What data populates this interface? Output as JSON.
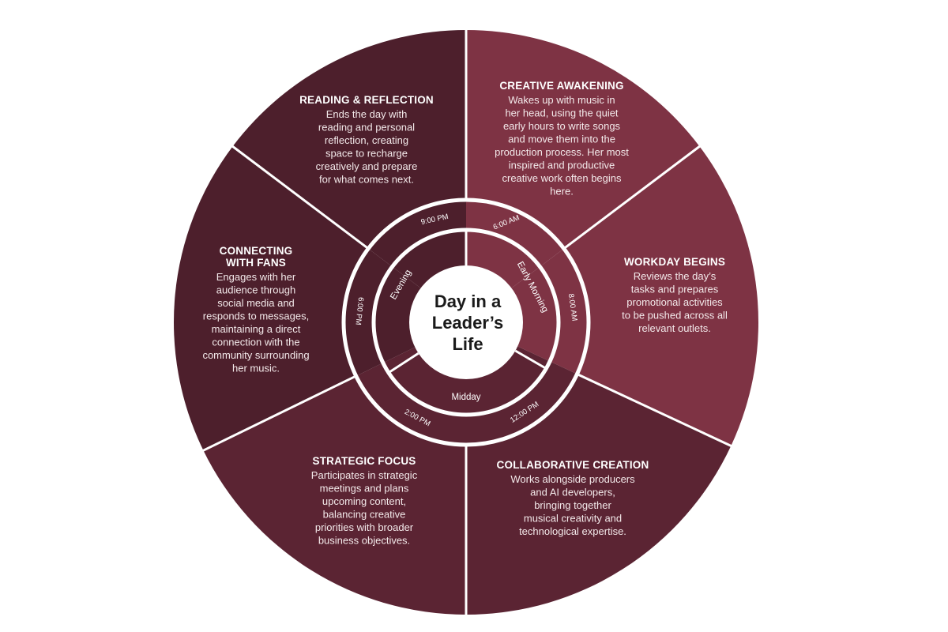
{
  "center_title": [
    "Day in a",
    "Leader’s",
    "Life"
  ],
  "colors": {
    "seg_dark": "#4d1f2c",
    "seg_mid": "#5d2534",
    "seg_light": "#7e3344",
    "divider": "#ffffff",
    "center_bg": "#ffffff"
  },
  "segments": [
    {
      "id": "creative-awakening",
      "title": "CREATIVE AWAKENING",
      "description": [
        "Wakes up with music in",
        "her head, using the quiet",
        "early hours to write songs",
        "and move them into the",
        "production process. Her most",
        "inspired and productive",
        "creative work often begins",
        "here."
      ],
      "color": "#7e3344"
    },
    {
      "id": "workday-begins",
      "title": "WORKDAY BEGINS",
      "description": [
        "Reviews the day’s",
        "tasks and prepares",
        "promotional activities",
        "to be pushed across all",
        "relevant outlets."
      ],
      "color": "#7e3344"
    },
    {
      "id": "collaborative-creation",
      "title": "COLLABORATIVE CREATION",
      "description": [
        "Works alongside producers",
        "and AI developers,",
        "bringing together",
        "musical creativity and",
        "technological expertise."
      ],
      "color": "#5b2433"
    },
    {
      "id": "strategic-focus",
      "title": "STRATEGIC FOCUS",
      "description": [
        "Participates in strategic",
        "meetings and plans",
        "upcoming content,",
        "balancing creative",
        "priorities with broader",
        "business objectives."
      ],
      "color": "#5b2433"
    },
    {
      "id": "connecting-with-fans",
      "title": [
        "CONNECTING",
        "WITH FANS"
      ],
      "description": [
        "Engages with her",
        "audience through",
        "social media and",
        "responds to messages,",
        "maintaining a direct",
        "connection with the",
        "community surrounding",
        "her music."
      ],
      "color": "#4d1f2c"
    },
    {
      "id": "reading-reflection",
      "title": "READING & REFLECTION",
      "description": [
        "Ends the day with",
        "reading and personal",
        "reflection, creating",
        "space to recharge",
        "creatively and prepare",
        "for what comes next."
      ],
      "color": "#4d1f2c"
    }
  ],
  "times": [
    "6:00 AM",
    "8:00 AM",
    "12:00 PM",
    "2:00 PM",
    "6:00 PM",
    "9:00 PM"
  ],
  "periods": [
    {
      "label": "Early Morning",
      "color": "#7e3344"
    },
    {
      "label": "Midday",
      "color": "#5b2433"
    },
    {
      "label": "Evening",
      "color": "#4d1f2c"
    }
  ]
}
